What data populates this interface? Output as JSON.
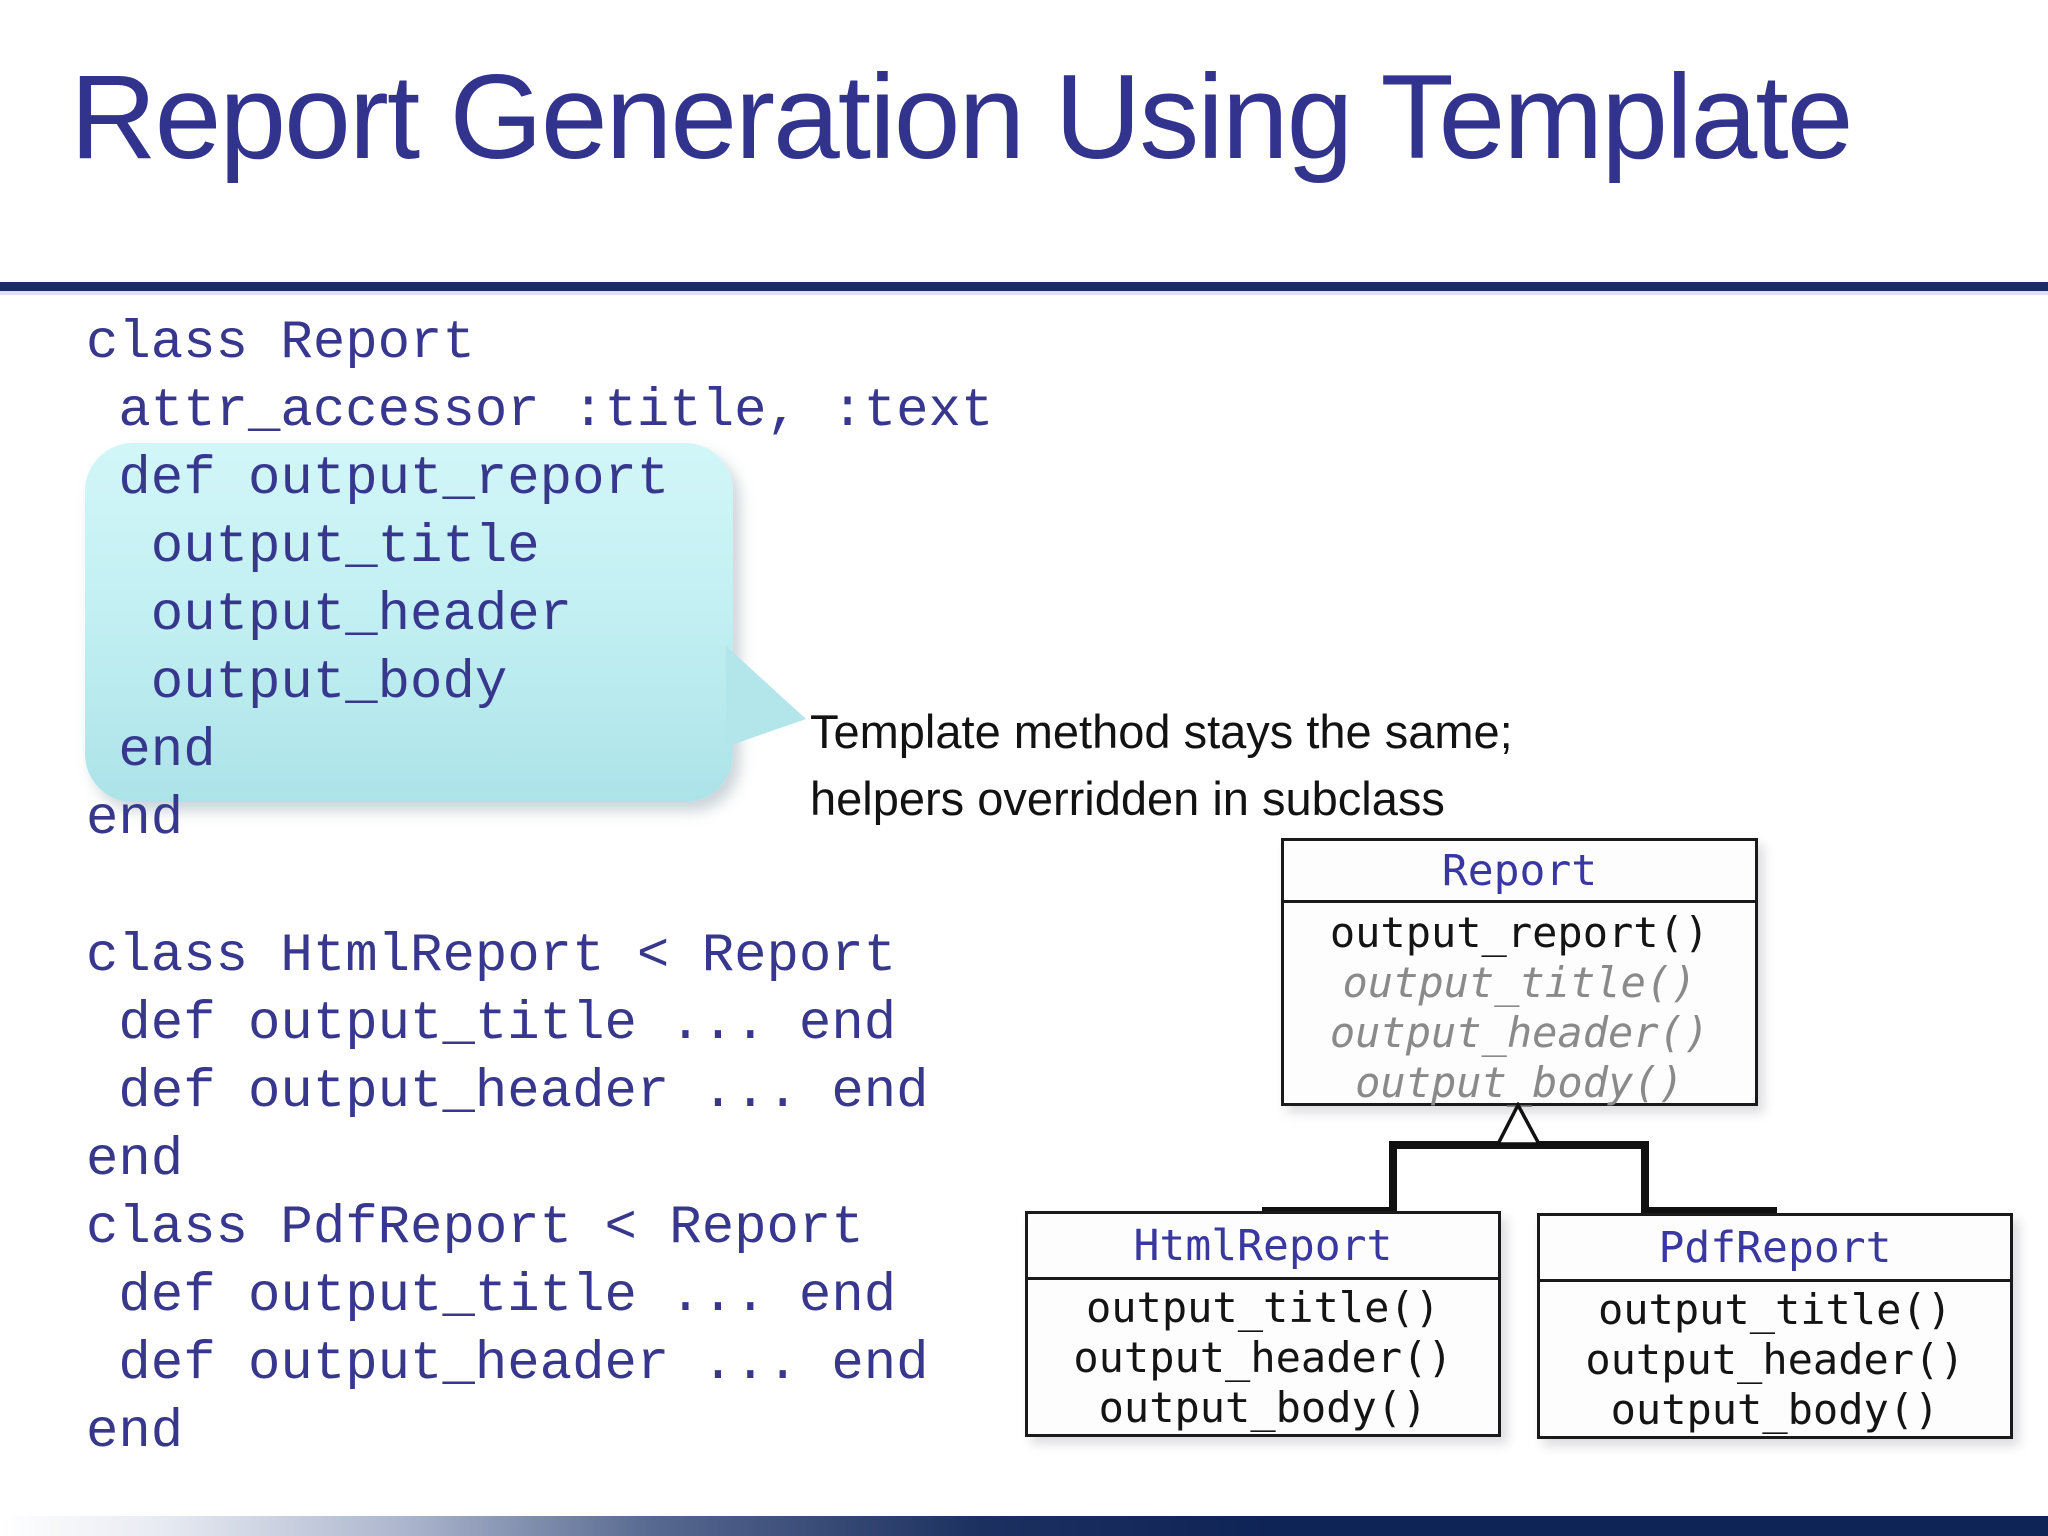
{
  "title": "Report Generation Using Template",
  "annotation": "Template method stays the same;\nhelpers overridden in subclass",
  "code": {
    "block1": "class Report\n attr_accessor :title, :text\n def output_report\n  output_title\n  output_header\n  output_body\n end\nend",
    "block2": "class HtmlReport < Report\n def output_title ... end\n def output_header ... end\nend\nclass PdfReport < Report\n def output_title ... end\n def output_header ... end\nend"
  },
  "uml": {
    "report": {
      "name": "Report",
      "template_method": "output_report()",
      "hook_methods": [
        "output_title()",
        "output_header()",
        "output_body()"
      ]
    },
    "html_report": {
      "name": "HtmlReport",
      "methods": [
        "output_title()",
        "output_header()",
        "output_body()"
      ]
    },
    "pdf_report": {
      "name": "PdfReport",
      "methods": [
        "output_title()",
        "output_header()",
        "output_body()"
      ]
    }
  },
  "colors": {
    "title_indigo": "#32338C",
    "code_indigo": "#37378E",
    "divider_navy": "#1A2B63",
    "bubble_cyan_top": "#D2F6F8",
    "bubble_cyan_bottom": "#ACE3E8",
    "uml_class_name_blue": "#3838A0",
    "uml_hook_gray": "#8A8A8A",
    "footer_navy": "#0F2456"
  }
}
